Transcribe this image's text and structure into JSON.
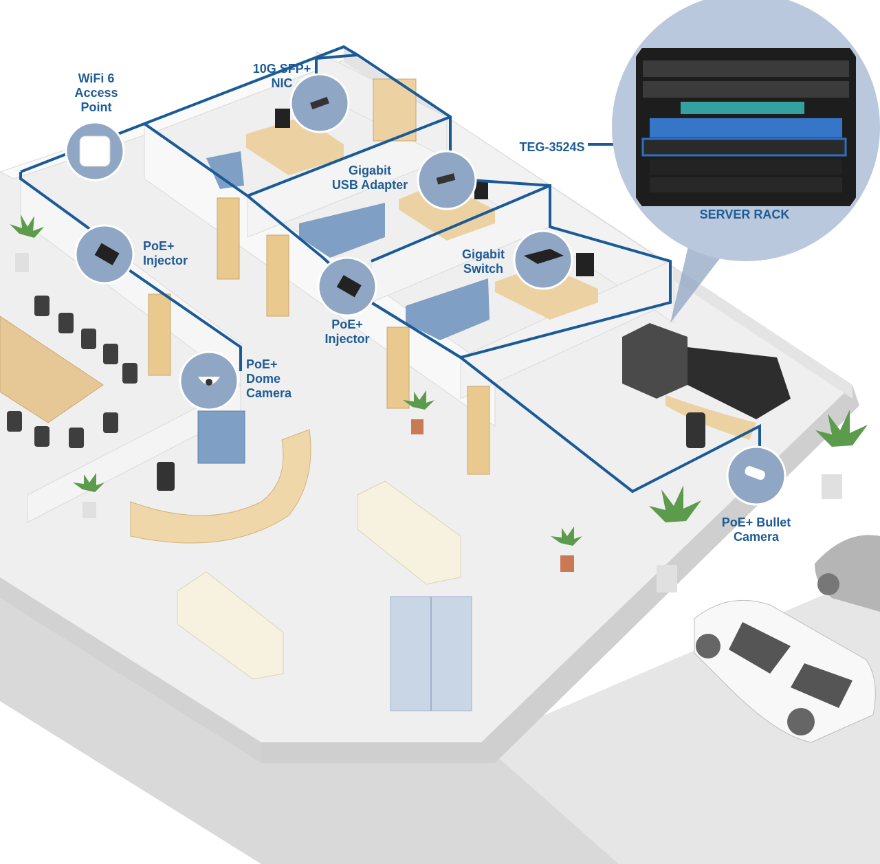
{
  "labels": {
    "wifi": [
      "WiFi 6",
      "Access",
      "Point"
    ],
    "nic": [
      "10G SFP+",
      "NIC"
    ],
    "usb": [
      "Gigabit",
      "USB Adapter"
    ],
    "switch": [
      "Gigabit",
      "Switch"
    ],
    "injector_left": [
      "PoE+",
      "Injector"
    ],
    "injector_mid": [
      "PoE+",
      "Injector"
    ],
    "dome": [
      "PoE+",
      "Dome",
      "Camera"
    ],
    "bullet": [
      "PoE+ Bullet",
      "Camera"
    ],
    "teg": "TEG-3524S",
    "server_rack": "SERVER RACK"
  },
  "colors": {
    "cable": "#1a5a96",
    "label": "#1f5b94",
    "badge": "#8fa6c4",
    "floor": "#efefef",
    "wall": "#fafafa",
    "wall_side": "#dcdcdc",
    "furniture_blue": "#7f9fc5",
    "wood": "#e8cfa2"
  },
  "icons": [
    "access-point-icon",
    "sfp-nic-icon",
    "usb-adapter-icon",
    "network-switch-icon",
    "poe-injector-icon",
    "dome-camera-icon",
    "bullet-camera-icon",
    "server-rack-icon",
    "car-icon",
    "plant-icon"
  ]
}
